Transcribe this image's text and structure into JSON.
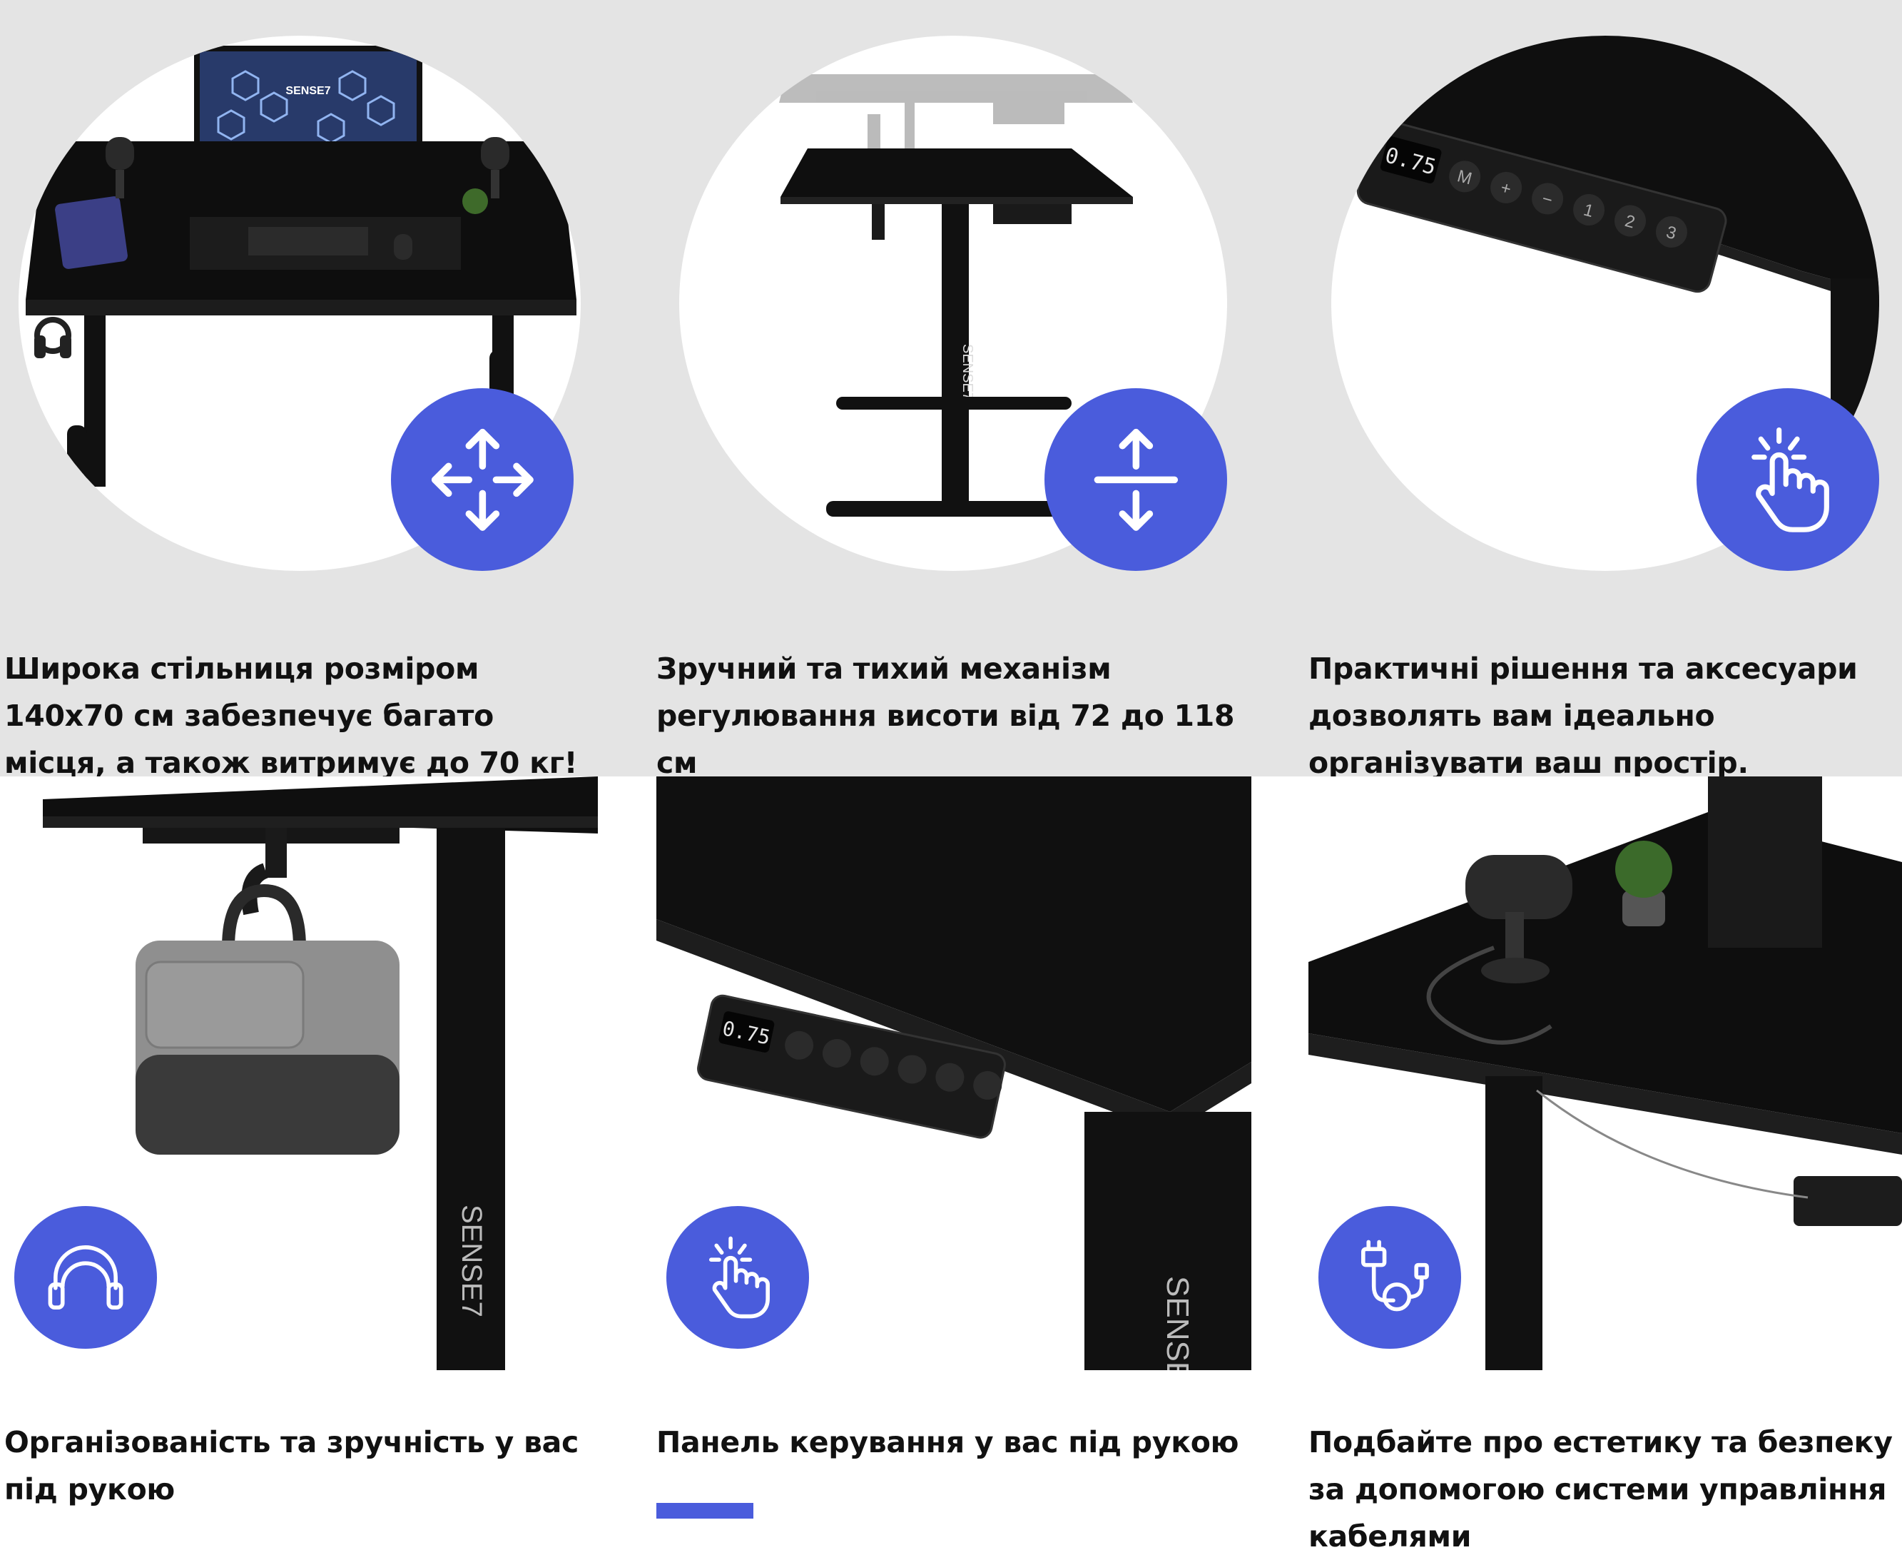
{
  "theme": {
    "accent": "#4a5cdc",
    "band": "#e4e4e4",
    "desk": "#0d0d0d",
    "text": "#111111"
  },
  "features": [
    {
      "caption": "Широка стільниця розміром 140х70 см забезпечує багато місця, а також витримує до 70 кг!",
      "icon": "arrows-all-directions-icon",
      "photo": "desk-front-view"
    },
    {
      "caption": "Зручний та тихий механізм регулювання висоти від 72 до 118 см",
      "icon": "arrows-up-down-icon",
      "photo": "desk-height-adjust"
    },
    {
      "caption": "Практичні рішення та аксесуари дозволять вам ідеально організувати ваш простір.",
      "icon": "tap-hand-icon",
      "photo": "control-panel-closeup"
    },
    {
      "caption": "Організованість та зручність у вас під рукою",
      "icon": "headphones-icon",
      "photo": "hook-with-laptop-bag"
    },
    {
      "caption": "Панель керування у вас під рукою",
      "icon": "tap-hand-icon",
      "photo": "control-panel-under-desk"
    },
    {
      "caption": "Подбайте про естетику та безпеку за допомогою системи управління кабелями",
      "icon": "cable-plug-icon",
      "photo": "cable-management-tray"
    }
  ],
  "brand": {
    "logo": "SENSE7",
    "panel_display": "0.75",
    "panel_keys": [
      "M",
      "+",
      "−",
      "1",
      "2",
      "3"
    ]
  }
}
